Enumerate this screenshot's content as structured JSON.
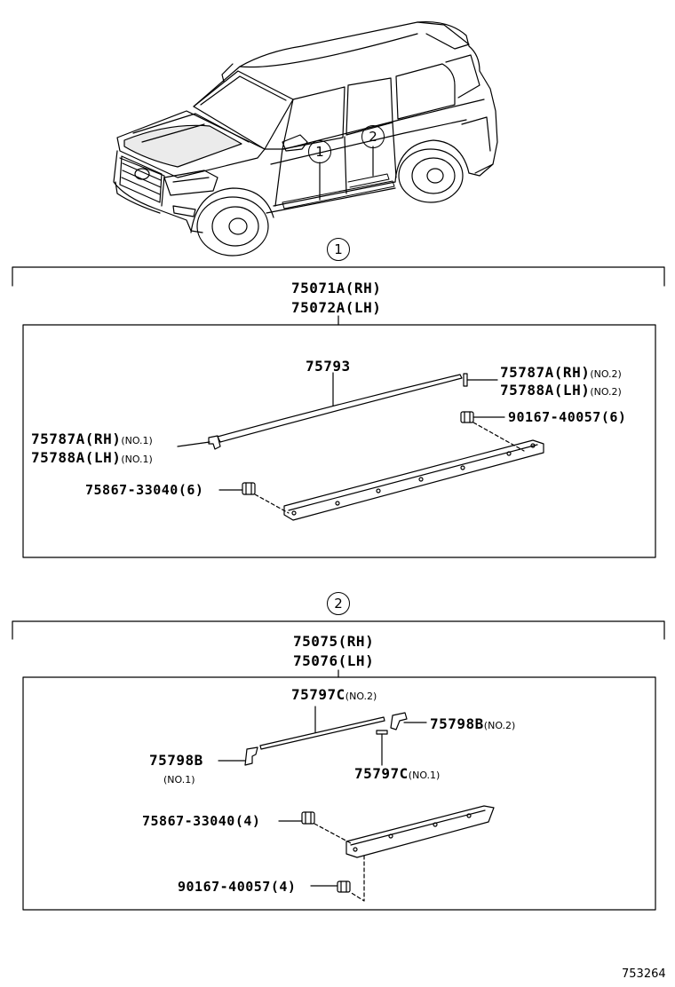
{
  "diagram_id": "753264",
  "callouts": {
    "one": "1",
    "two": "2"
  },
  "group1": {
    "parent_rh": "75071A(RH)",
    "parent_lh": "75072A(LH)",
    "moulding": "75793",
    "end_front_rh": "75787A(RH)",
    "end_front_lh": "75788A(LH)",
    "no1": "(NO.1)",
    "end_rear_rh": "75787A(RH)",
    "end_rear_lh": "75788A(LH)",
    "no2": "(NO.2)",
    "clip_a": "90167-40057",
    "clip_a_qty": "(6)",
    "clip_b": "75867-33040",
    "clip_b_qty": "(6)"
  },
  "group2": {
    "parent_rh": "75075(RH)",
    "parent_lh": "75076(LH)",
    "strip_no2": "75797C",
    "strip_no2_tag": "(NO.2)",
    "pad_no2": "75798B",
    "pad_no2_tag": "(NO.2)",
    "pad_no1": "75798B",
    "pad_no1_tag": "(NO.1)",
    "strip_no1": "75797C",
    "strip_no1_tag": "(NO.1)",
    "clip_b": "75867-33040",
    "clip_b_qty": "(4)",
    "clip_a": "90167-40057",
    "clip_a_qty": "(4)"
  }
}
